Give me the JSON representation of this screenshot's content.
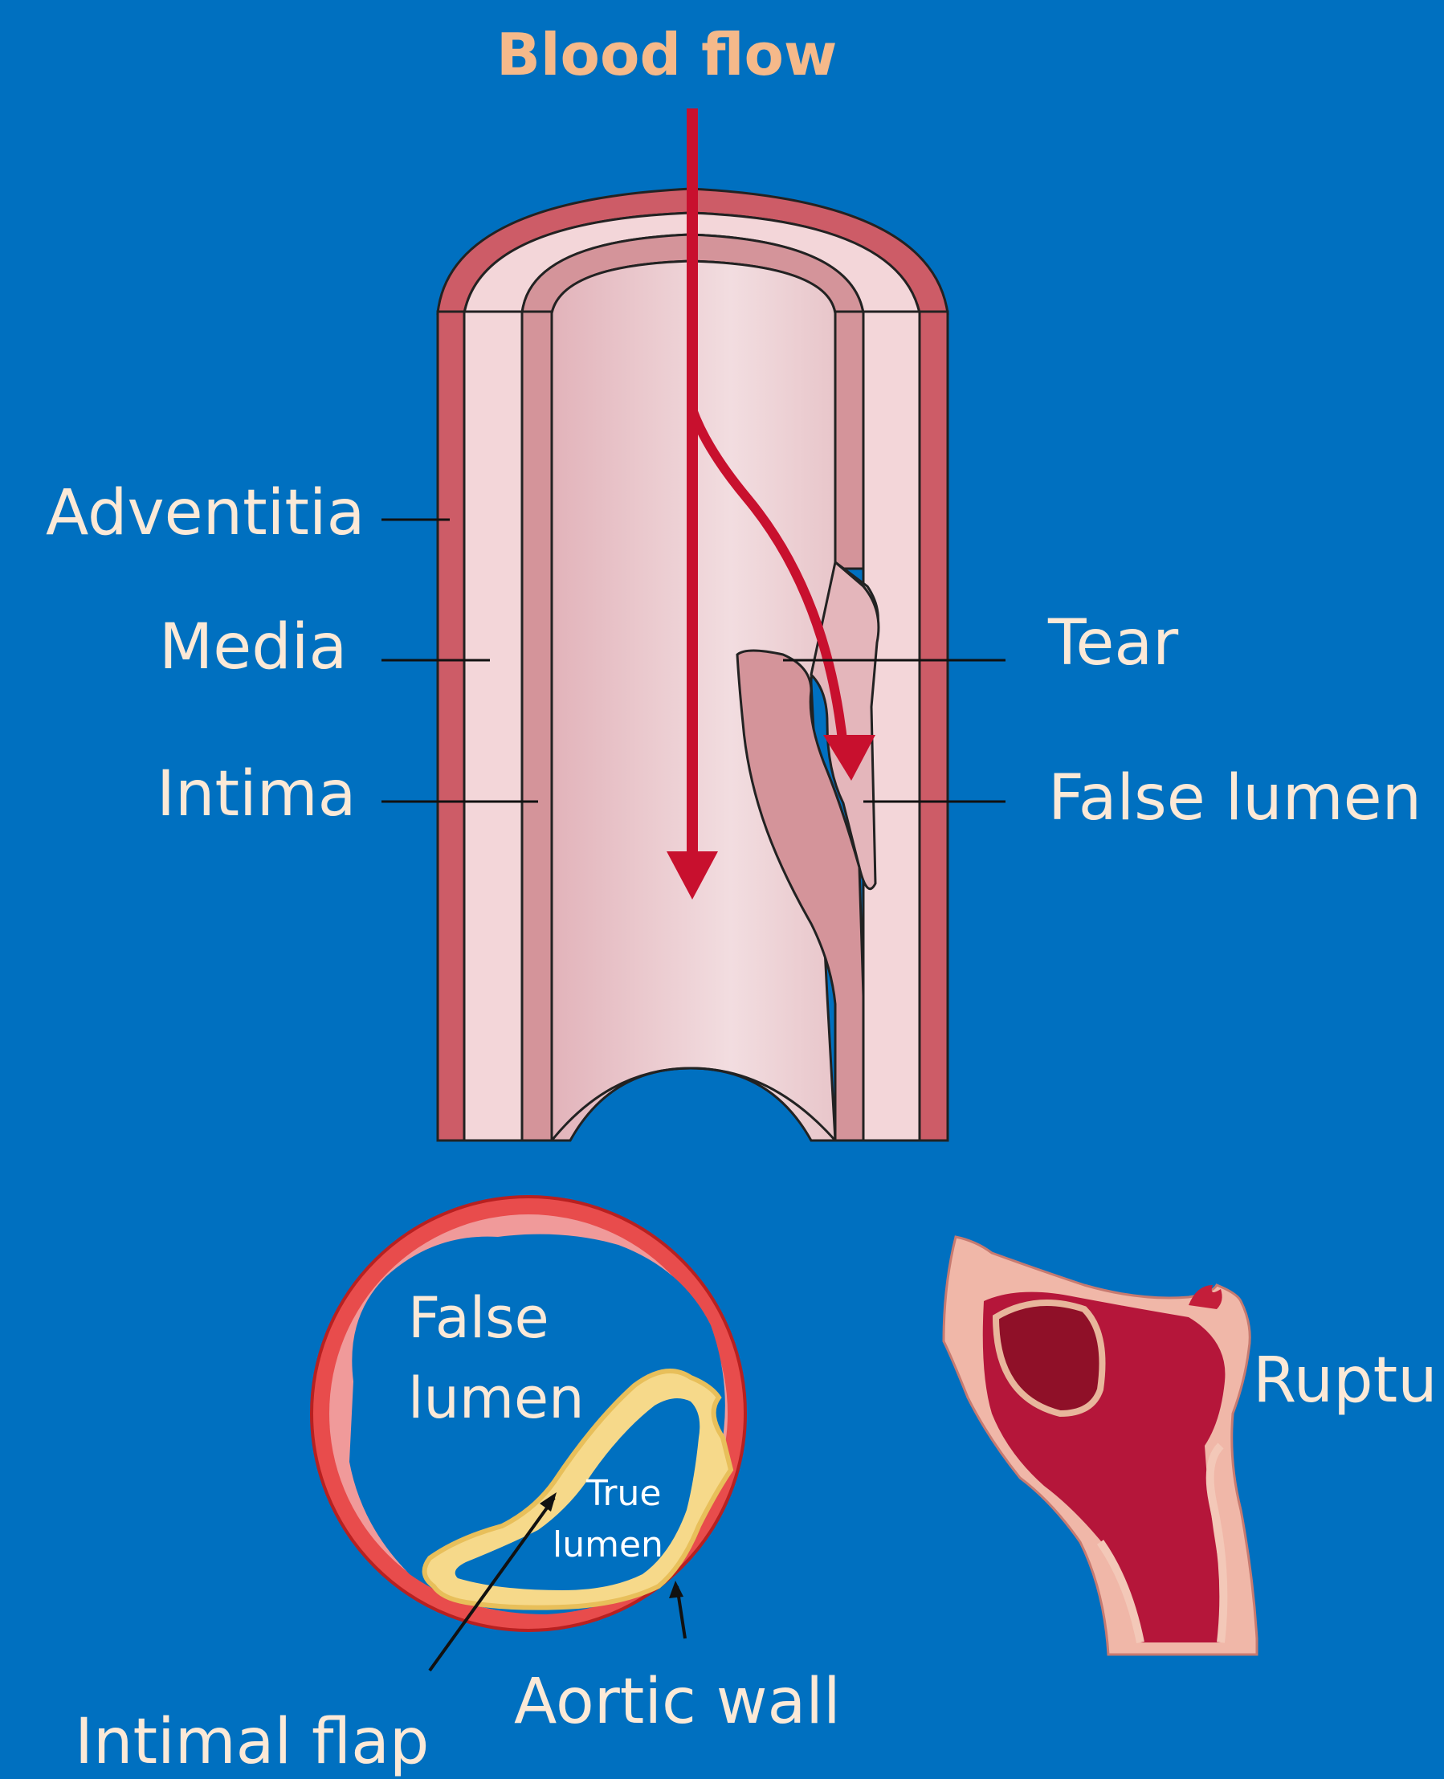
{
  "title": "Blood flow",
  "layers": {
    "adventitia": "Adventitia",
    "media": "Media",
    "intima": "Intima"
  },
  "dissection": {
    "tear": "Tear",
    "false_lumen": "False lumen"
  },
  "cross_section": {
    "false_lumen_line1": "False",
    "false_lumen_line2": "lumen",
    "true_lumen_line1": "True",
    "true_lumen_line2": "lumen",
    "aortic_wall": "Aortic wall",
    "intimal_flap": "Intimal flap"
  },
  "rupture": {
    "label": "Ruptu"
  },
  "colors": {
    "background": "#0070c0",
    "title": "#f5b98a",
    "arrow": "#c8102e",
    "adventitia": "#cd5c67",
    "media": "#f3d6d9",
    "intima": "#d4949a"
  }
}
